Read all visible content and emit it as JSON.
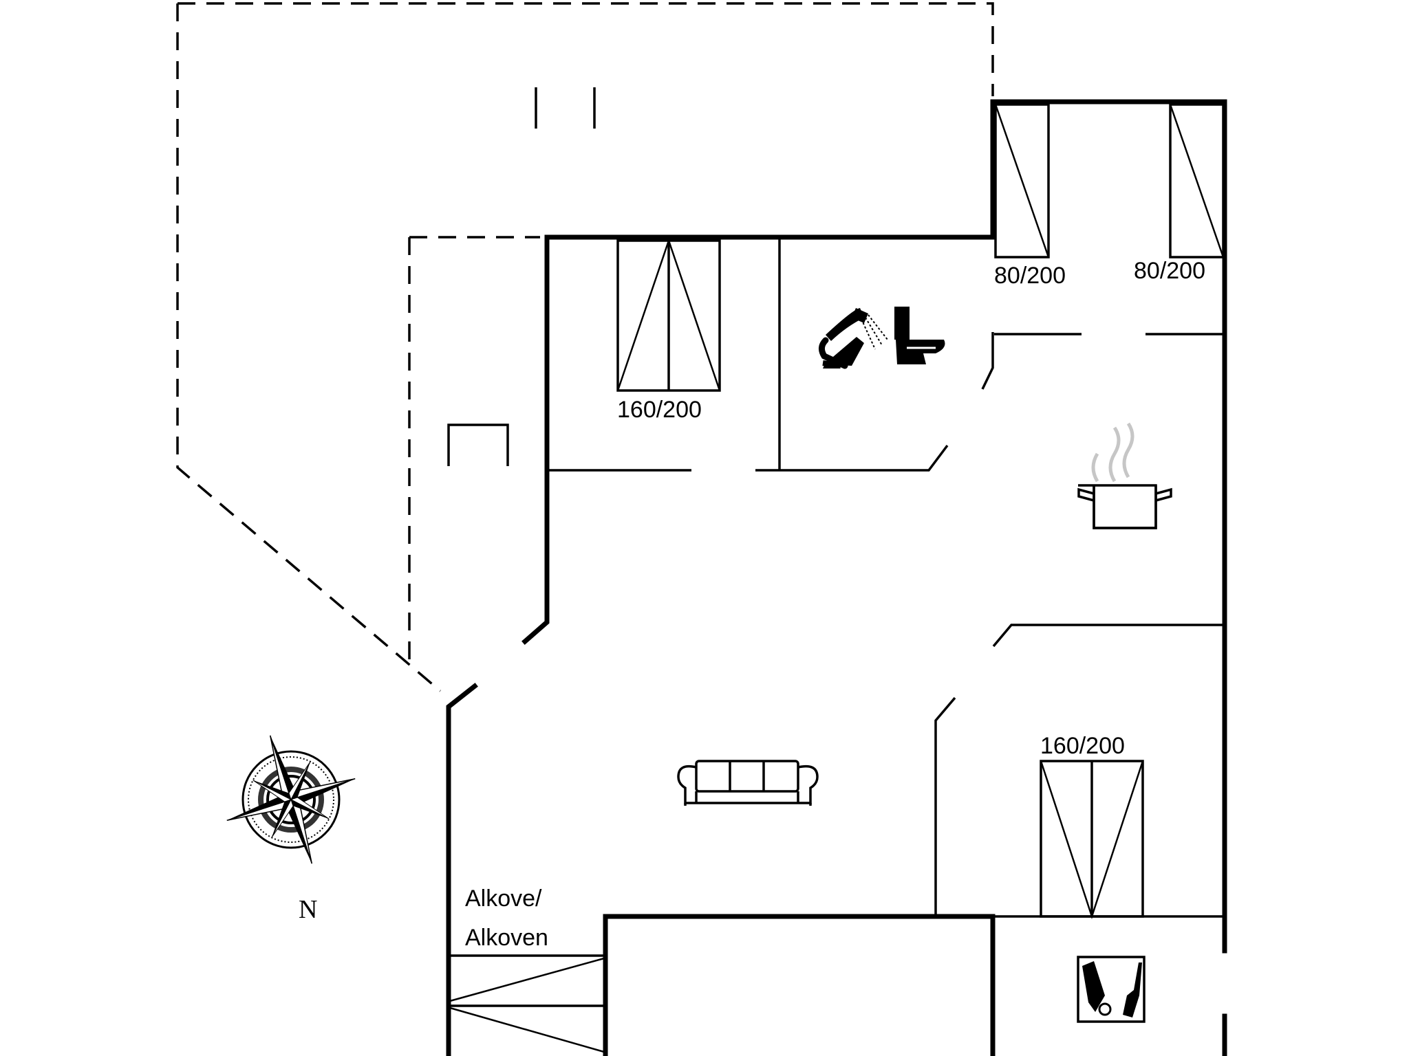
{
  "labels": {
    "bed_double_1": "160/200",
    "bed_single_1": "80/200",
    "bed_single_2": "80/200",
    "bed_double_2": "160/200",
    "alcove_line1": "Alkove/",
    "alcove_line2": "Alkoven",
    "north": "N"
  },
  "icons": {
    "bathroom": [
      "shower-icon",
      "toilet-icon"
    ],
    "kitchen": "cooking-pot-icon",
    "living": "sofa-icon",
    "utility": "washing-machine-icon",
    "compass": "compass-rose-icon"
  },
  "colors": {
    "line": "#000000",
    "background": "#ffffff"
  }
}
